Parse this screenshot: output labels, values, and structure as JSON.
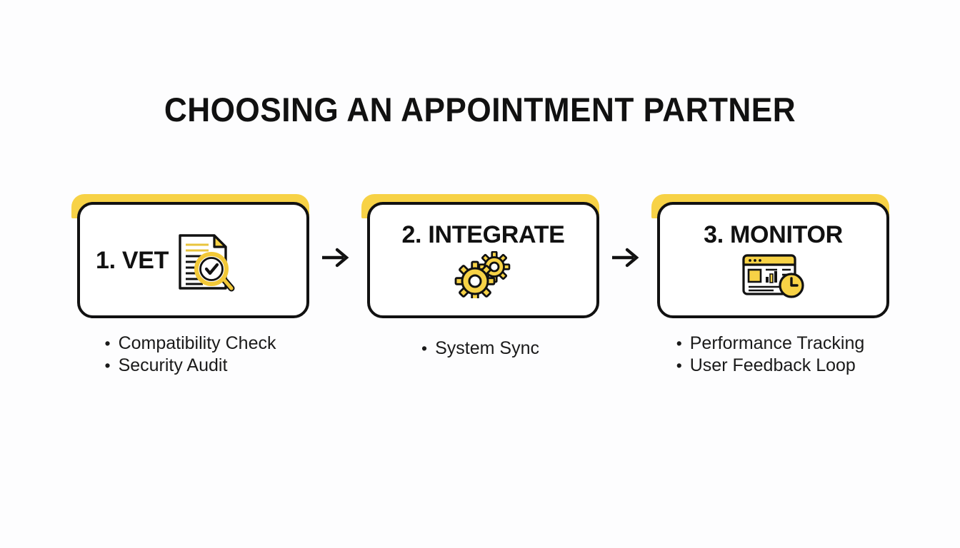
{
  "slide": {
    "title": "CHOOSING AN APPOINTMENT PARTNER",
    "background_color": "#fdfdfe",
    "accent_color": "#f7d246",
    "text_color": "#111111"
  },
  "connectors": [
    {
      "symbol": "→",
      "name": "arrow-1"
    },
    {
      "symbol": "→",
      "name": "arrow-2"
    }
  ],
  "steps": [
    {
      "title": "1. VET",
      "icon": "document-magnifier-check-icon",
      "bullets": [
        {
          "marker": "•",
          "label": "Compatibility Check"
        },
        {
          "marker": "•",
          "label": "Security Audit"
        }
      ]
    },
    {
      "title": "2. INTEGRATE",
      "icon": "gears-icon",
      "bullets": [
        {
          "marker": "•",
          "label": "System Sync"
        }
      ]
    },
    {
      "title": "3. MONITOR",
      "icon": "dashboard-clock-icon",
      "bullets": [
        {
          "marker": "•",
          "label": "Performance Tracking"
        },
        {
          "marker": "•",
          "label": "User Feedback Loop"
        }
      ]
    }
  ]
}
